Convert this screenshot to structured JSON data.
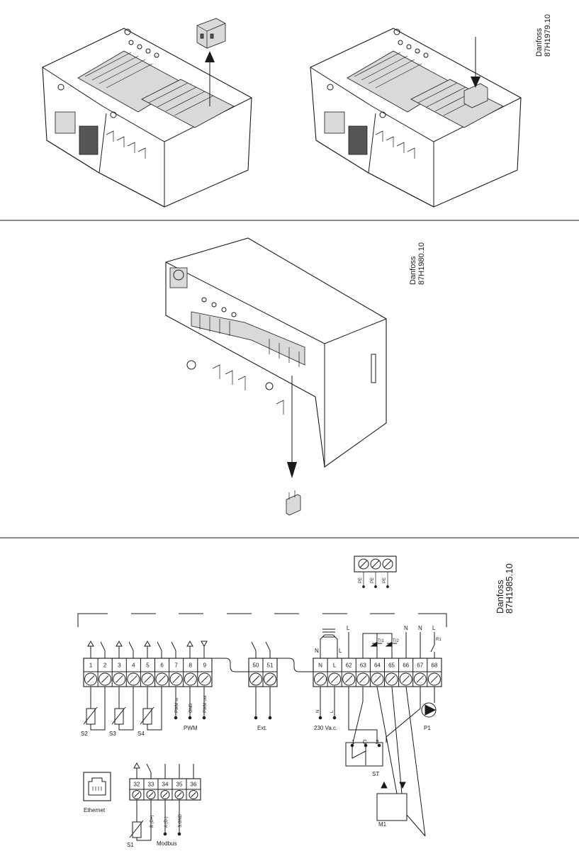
{
  "figures": [
    {
      "brand": "Danfoss",
      "code": "87H1979.10"
    },
    {
      "brand": "Danfoss",
      "code": "87H1980.10"
    },
    {
      "brand": "Danfoss",
      "code": "87H1985.10"
    }
  ],
  "terminals_left": [
    "1",
    "2",
    "3",
    "4",
    "5",
    "6",
    "7",
    "8",
    "9"
  ],
  "terminals_ext": [
    "50",
    "51"
  ],
  "terminals_right": [
    "N",
    "L",
    "62",
    "63",
    "64",
    "65",
    "66",
    "67",
    "68"
  ],
  "terminals_modbus": [
    "32",
    "33",
    "34",
    "35",
    "36"
  ],
  "top_labels": {
    "n1": "N",
    "l1": "L",
    "l2": "L",
    "n2": "N",
    "n3": "N",
    "l3": "L",
    "tr1": "Tr1",
    "tr2": "Tr2",
    "r1": "R1",
    "pwm_in": "PWM in",
    "gnd": "GND",
    "pwm_out": "PWM out"
  },
  "pe": [
    "PE",
    "PE",
    "PE"
  ],
  "bottom_labels": {
    "s2": "S2",
    "s3": "S3",
    "s4": "S4",
    "pwm": "PWM",
    "ext": "Ext.",
    "n": "N",
    "l": "L",
    "supply": "230 Va.c.",
    "p1": "P1",
    "st_1": "1",
    "st_c": "C",
    "st_2": "2",
    "st": "ST",
    "m1": "M1",
    "ethernet": "Ethernet",
    "b": "B (D+)",
    "a": "A (D-)",
    "sgnd": "S.GND",
    "s1": "S1",
    "modbus": "Modbus"
  }
}
